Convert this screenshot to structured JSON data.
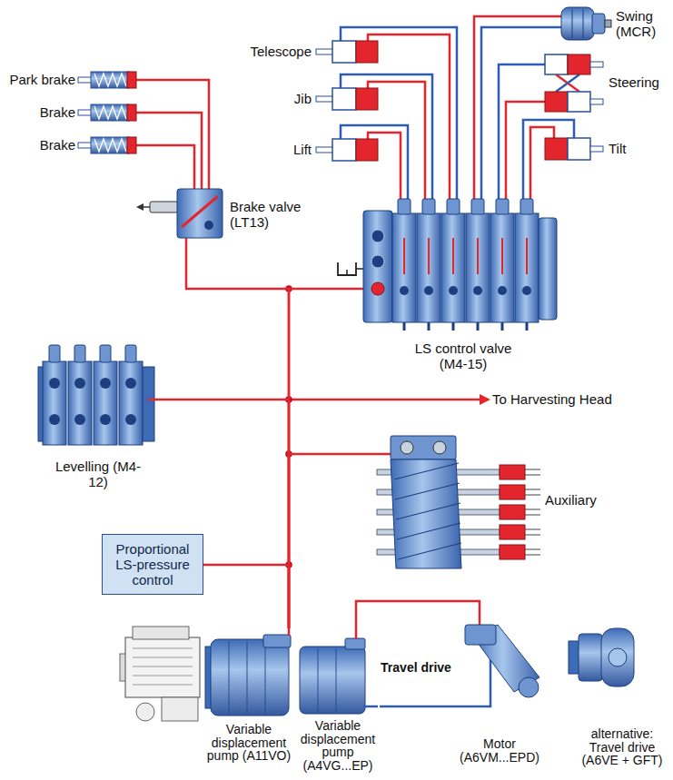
{
  "diagram": {
    "nodes": [
      {
        "text": [
          "Brake valve (LT13)"
        ]
      },
      {
        "text": [
          "LS control valve (M4-15)"
        ]
      },
      {
        "text": [
          "Levelling (M4-12)"
        ]
      },
      {
        "text": [
          "Auxiliary"
        ]
      },
      {
        "text": [
          "Proportional LS-pressure control"
        ]
      },
      {
        "text": [
          "Variable displacement pump (A11VO)"
        ]
      },
      {
        "text": [
          "Variable displacement pump (A4VG...EP)"
        ]
      },
      {
        "text": [
          "Motor (A6VM...EPD)"
        ]
      }
    ],
    "edges": [
      {
        "from": 5,
        "to": 1,
        "arrow": "none"
      },
      {
        "from": 5,
        "to": 0,
        "arrow": "none"
      },
      {
        "from": 5,
        "to": 2,
        "arrow": "none"
      },
      {
        "from": 5,
        "to": 3,
        "arrow": "none"
      },
      {
        "from": 4,
        "to": 5,
        "arrow": "none"
      },
      {
        "from": 6,
        "to": 7,
        "arrow": "none"
      },
      {
        "from": 6,
        "to": 7,
        "arrow": "none"
      }
    ],
    "labels": [
      "Park brake",
      "Brake",
      "Brake",
      "Telescope",
      "Jib",
      "Lift",
      "Swing (MCR)",
      "Steering",
      "Tilt",
      "To Harvesting Head",
      "Travel drive",
      "alternative: Travel drive (A6VE + GFT)"
    ]
  }
}
